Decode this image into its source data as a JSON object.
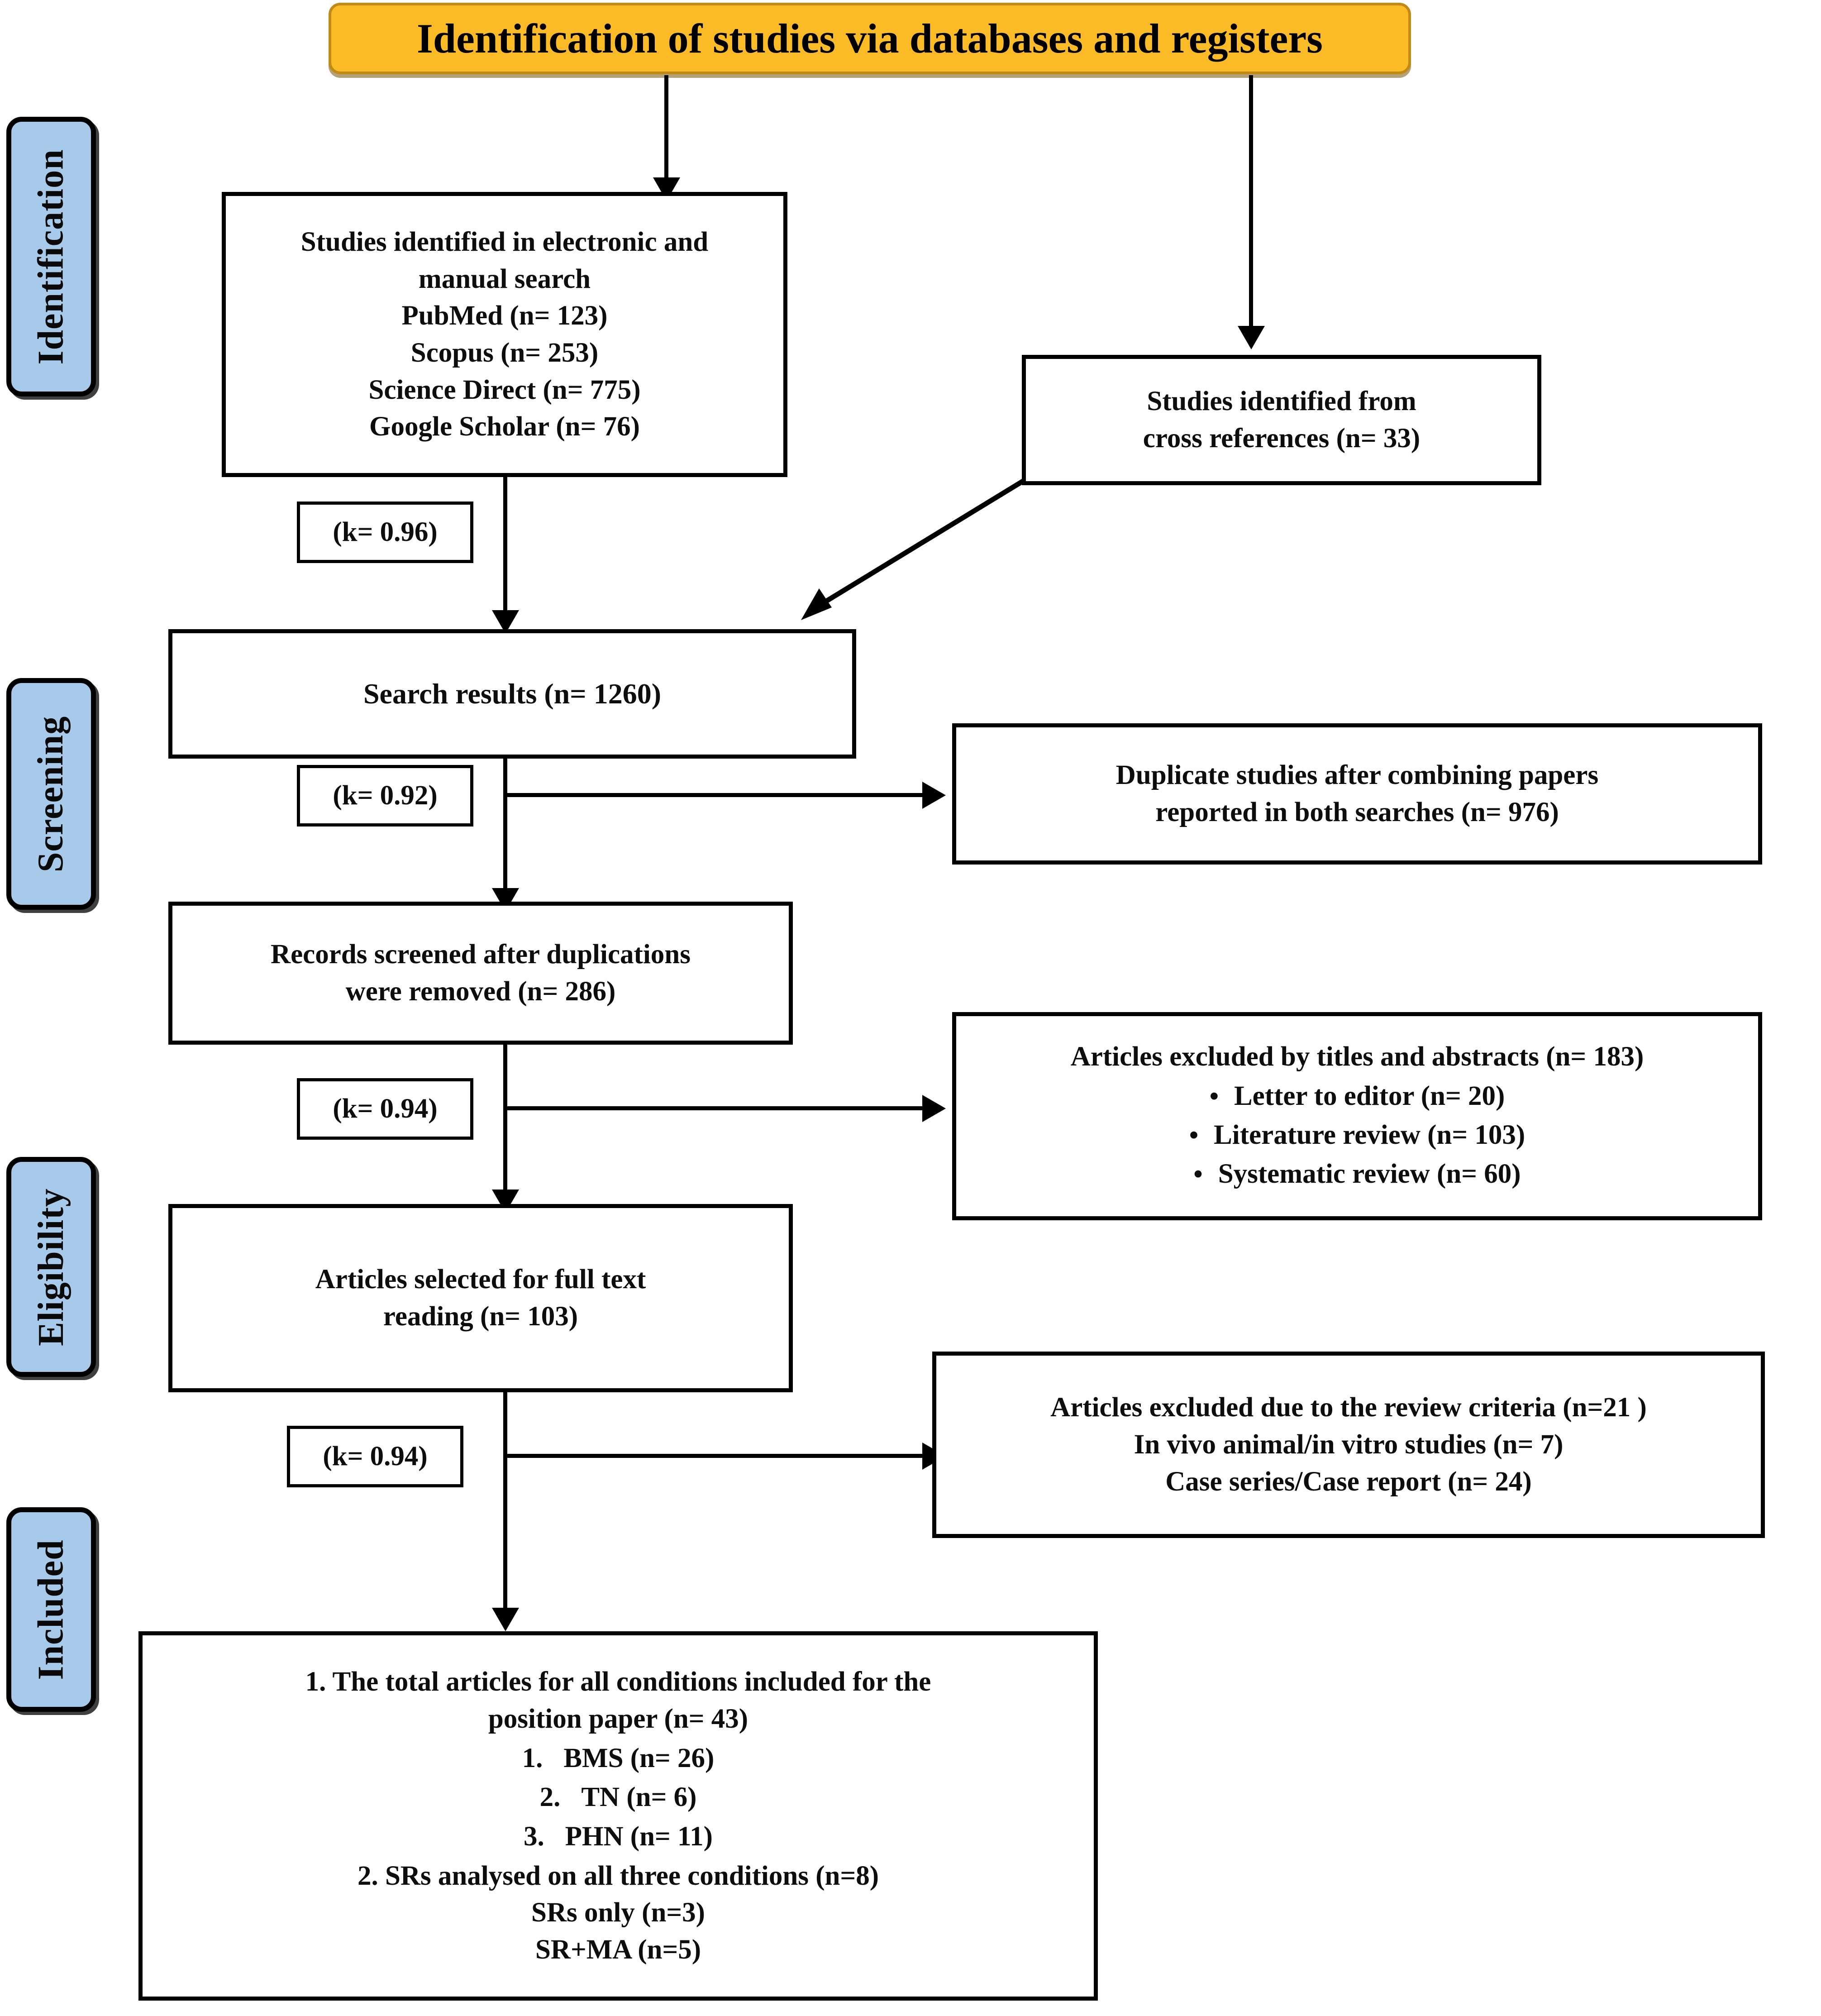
{
  "diagram": {
    "title": "Identification of studies via databases and registers",
    "type": "prisma-flow-diagram"
  },
  "phases": [
    {
      "id": "identification",
      "label": "Identification"
    },
    {
      "id": "screening",
      "label": "Screening"
    },
    {
      "id": "eligibility",
      "label": "Eligibility"
    },
    {
      "id": "included",
      "label": "Included"
    }
  ],
  "boxes": {
    "sources": {
      "heading_line1": "Studies identified in electronic and",
      "heading_line2": "manual search",
      "items": [
        "PubMed (n= 123)",
        "Scopus (n= 253)",
        "Science Direct (n= 775)",
        "Google Scholar (n= 76)"
      ]
    },
    "cross_references": {
      "line1": "Studies identified from",
      "line2": "cross references (n= 33)"
    },
    "search_results": {
      "line1": "Search results (n= 1260)"
    },
    "duplicates": {
      "line1": "Duplicate studies after combining papers",
      "line2": "reported in both searches (n= 976)"
    },
    "records_screened": {
      "line1": "Records screened after duplications",
      "line2": "were removed (n= 286)"
    },
    "excluded_titles": {
      "heading": "Articles excluded by titles and abstracts (n= 183)",
      "items": [
        "Letter to editor (n= 20)",
        "Literature review (n= 103)",
        "Systematic review (n= 60)"
      ]
    },
    "full_text": {
      "line1": "Articles selected for full text",
      "line2": "reading (n= 103)"
    },
    "excluded_criteria": {
      "line1": "Articles excluded due to the review criteria (n=21 )",
      "line2": "In vivo animal/in vitro studies (n= 7)",
      "line3": "Case series/Case report (n= 24)"
    },
    "included_final": {
      "heading_line1": "1. The total articles for all conditions included for the",
      "heading_line2": "position paper (n= 43)",
      "numbered": [
        "BMS (n= 26)",
        "TN (n= 6)",
        "PHN (n= 11)"
      ],
      "tail": [
        "2. SRs analysed on all three conditions (n=8)",
        "SRs only (n=3)",
        "SR+MA (n=5)"
      ]
    }
  },
  "kappa": [
    {
      "id": "k1",
      "label": "(k= 0.96)"
    },
    {
      "id": "k2",
      "label": "(k= 0.92)"
    },
    {
      "id": "k3",
      "label": "(k= 0.94)"
    },
    {
      "id": "k4",
      "label": "(k= 0.94)"
    }
  ],
  "colors": {
    "banner_fill": "#FABB26",
    "banner_border": "#C08A15",
    "phase_fill": "#A8CAEA",
    "line": "#000000",
    "box_fill": "#FFFFFF"
  }
}
